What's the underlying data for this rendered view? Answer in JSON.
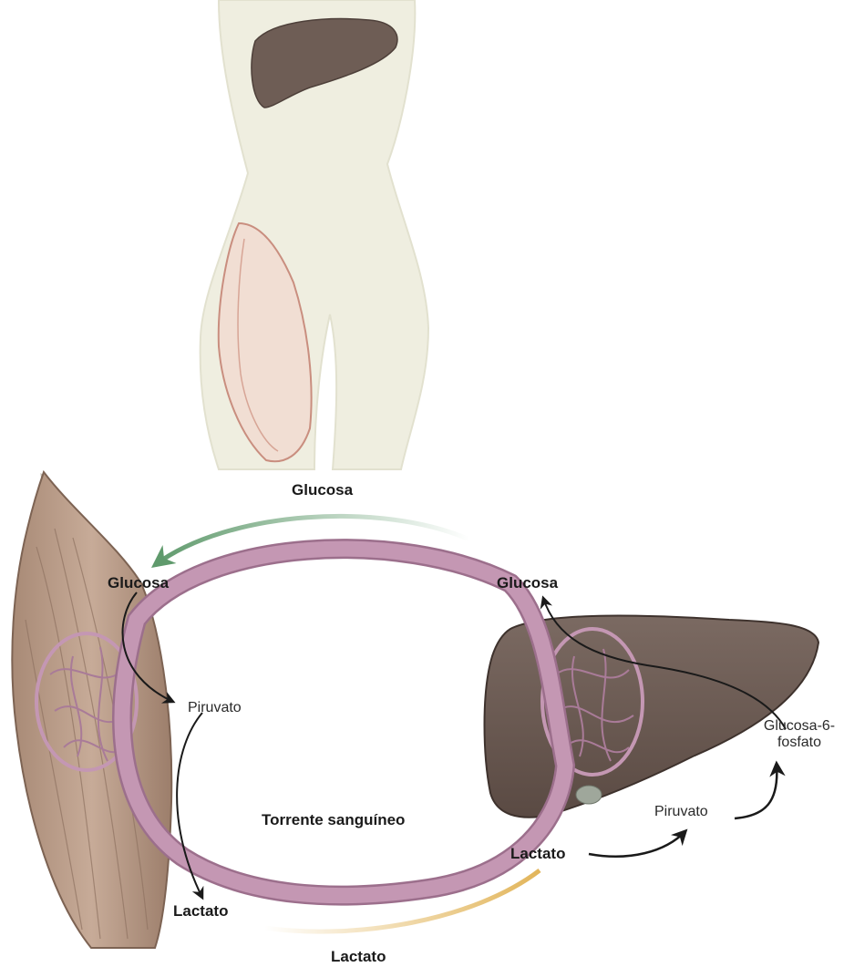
{
  "labels": {
    "glucosa_top": "Glucosa",
    "glucosa_muscle": "Glucosa",
    "glucosa_liver": "Glucosa",
    "piruvato_muscle": "Piruvato",
    "piruvato_liver": "Piruvato",
    "glucosa6_line1": "Glucosa-6-",
    "glucosa6_line2": "fosfato",
    "torrente": "Torrente sanguíneo",
    "lactato_muscle": "Lactato",
    "lactato_liver": "Lactato",
    "lactato_bottom": "Lactato"
  },
  "colors": {
    "vessel": "#c497b3",
    "vessel_edge": "#9c6f8c",
    "liver": "#6e5d55",
    "muscle": "#b89a86",
    "body": "#efeee0",
    "glucose_arrow": "#5f9a6c",
    "lactate_arrow": "#e2b55a",
    "pathway_arrow": "#1a1a1a"
  }
}
